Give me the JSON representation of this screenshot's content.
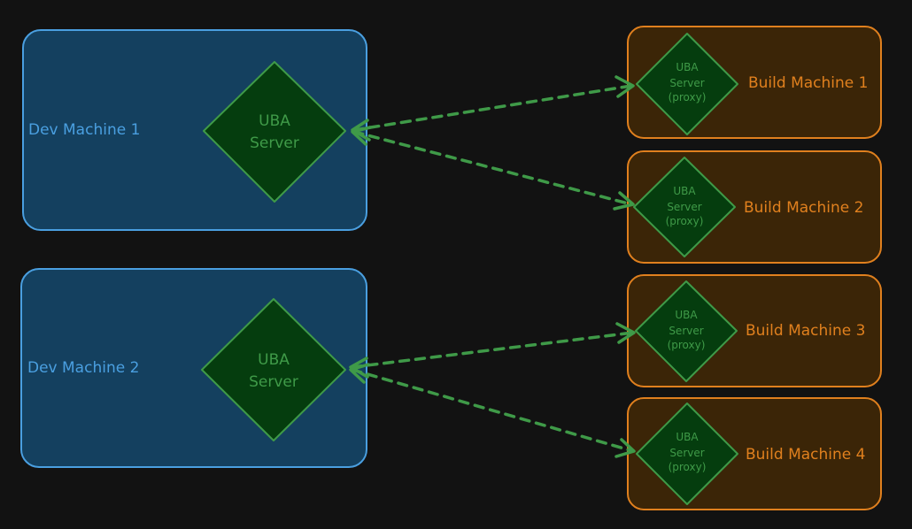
{
  "colors": {
    "background": "#121212",
    "dev_fill": "#14405f",
    "dev_stroke": "#4a9fe0",
    "build_fill": "#3b2507",
    "build_stroke": "#e0801e",
    "server_fill": "#053d0e",
    "server_stroke": "#3f9a48",
    "arrow": "#3f9a48"
  },
  "dev_machines": [
    {
      "label": "Dev Machine 1",
      "server_lines": [
        "UBA",
        "Server"
      ]
    },
    {
      "label": "Dev Machine 2",
      "server_lines": [
        "UBA",
        "Server"
      ]
    }
  ],
  "build_machines": [
    {
      "label": "Build Machine 1",
      "server_lines": [
        "UBA",
        "Server",
        "(proxy)"
      ]
    },
    {
      "label": "Build Machine 2",
      "server_lines": [
        "UBA",
        "Server",
        "(proxy)"
      ]
    },
    {
      "label": "Build Machine 3",
      "server_lines": [
        "UBA",
        "Server",
        "(proxy)"
      ]
    },
    {
      "label": "Build Machine 4",
      "server_lines": [
        "UBA",
        "Server",
        "(proxy)"
      ]
    }
  ],
  "connections": [
    {
      "from": "Dev Machine 1",
      "to": "Build Machine 1",
      "style": "dashed",
      "arrows": "both"
    },
    {
      "from": "Dev Machine 1",
      "to": "Build Machine 2",
      "style": "dashed",
      "arrows": "both"
    },
    {
      "from": "Dev Machine 2",
      "to": "Build Machine 3",
      "style": "dashed",
      "arrows": "both"
    },
    {
      "from": "Dev Machine 2",
      "to": "Build Machine 4",
      "style": "dashed",
      "arrows": "both"
    }
  ]
}
